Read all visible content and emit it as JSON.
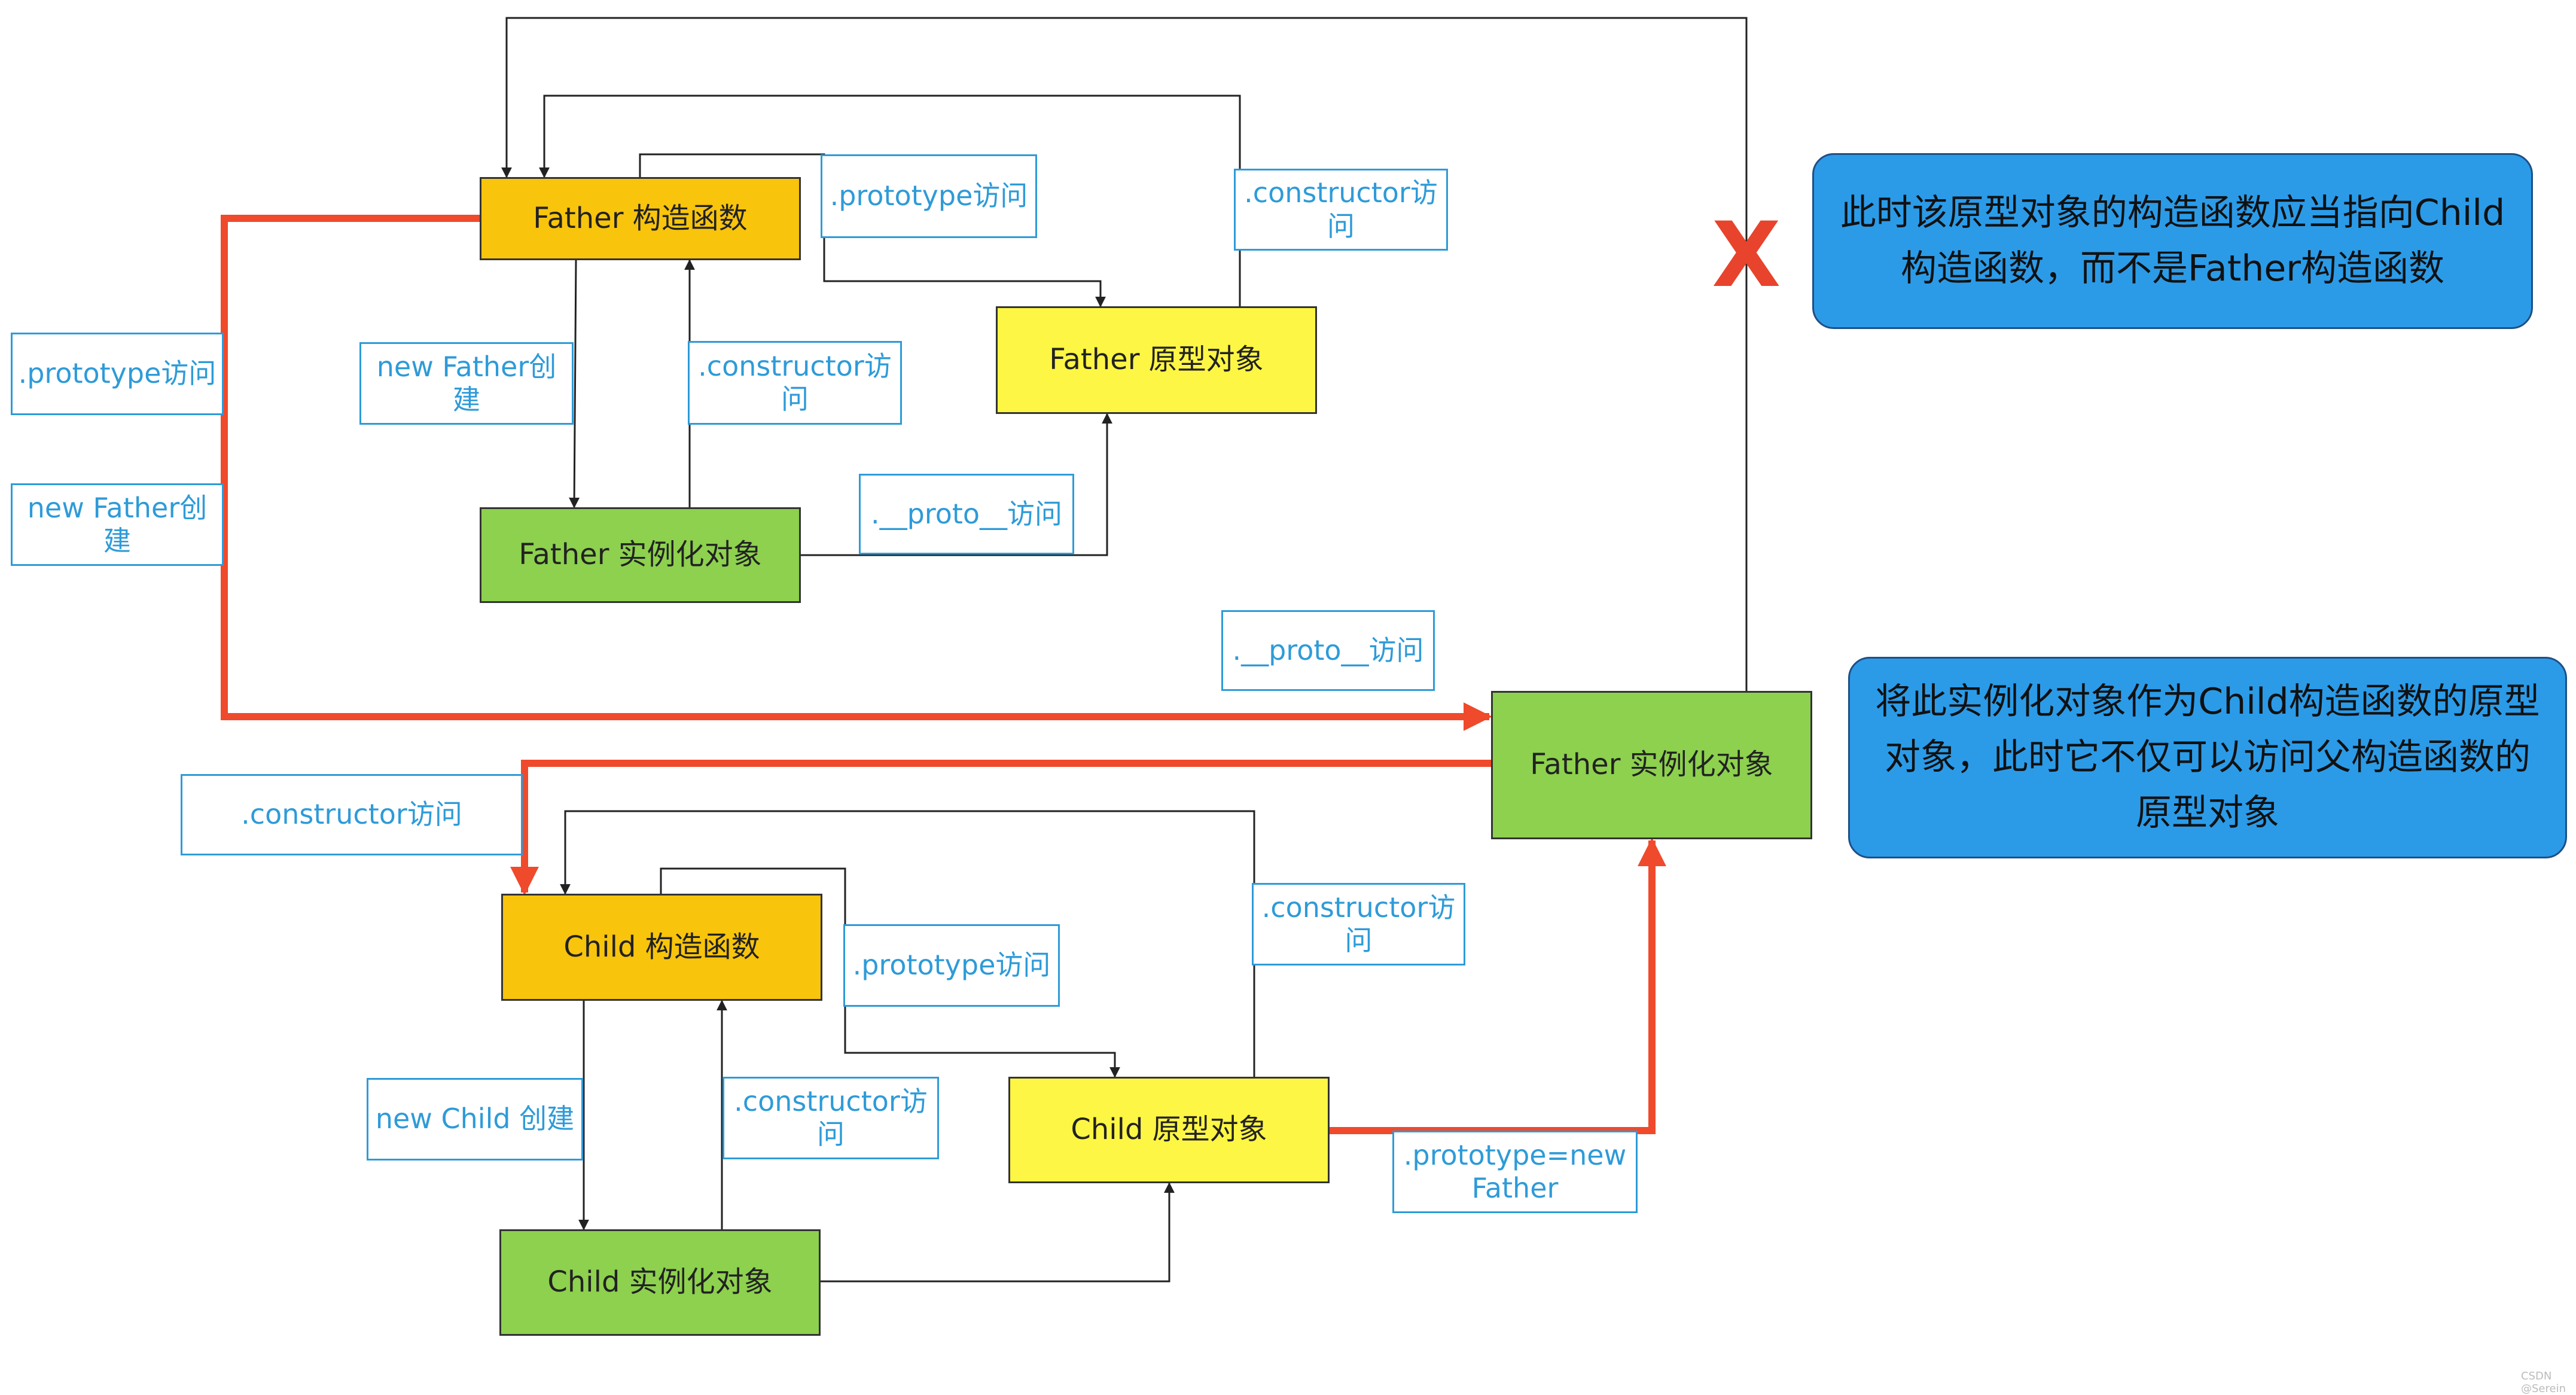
{
  "colors": {
    "constructor_box": "#f8c40c",
    "prototype_box": "#fef644",
    "instance_box": "#8dd14e",
    "label_text": "#2e9bd8",
    "highlight_arrow": "#ef4a2c",
    "note_bg": "#2b9be8"
  },
  "father": {
    "constructor": "Father 构造函数",
    "prototype": "Father 原型对象",
    "instance": "Father  实例化对象",
    "lbl_prototype": ".prototype访问",
    "lbl_constructor_right": ".constructor访问",
    "lbl_new": "new Father创建",
    "lbl_constructor_mid": ".constructor访问",
    "lbl_proto": ".__proto__访问"
  },
  "left": {
    "lbl_prototype": ".prototype访问",
    "lbl_new": "new Father创建"
  },
  "middle": {
    "instance": "Father  实例化对象",
    "lbl_proto": ".__proto__访问",
    "lbl_constructor": ".constructor访问",
    "cross": "X"
  },
  "child": {
    "constructor": "Child 构造函数",
    "prototype": "Child  原型对象",
    "instance": "Child   实例化对象",
    "lbl_prototype": ".prototype访问",
    "lbl_constructor_right": ".constructor访问",
    "lbl_new": "new Child 创建",
    "lbl_constructor_mid": ".constructor访问",
    "lbl_proto_new": ".prototype=new Father"
  },
  "notes": {
    "top": "此时该原型对象的构造函数应当指向Child构造函数，而不是Father构造函数",
    "bottom": "将此实例化对象作为Child构造函数的原型对象，此时它不仅可以访问父构造函数的原型对象"
  },
  "watermark": "CSDN @Serein"
}
